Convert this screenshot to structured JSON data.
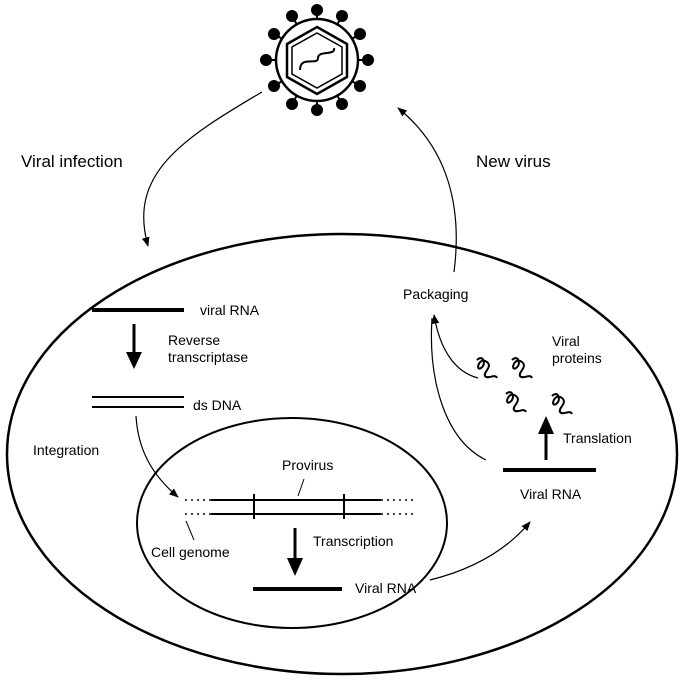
{
  "labels": {
    "viral_infection": "Viral infection",
    "new_virus": "New virus",
    "viral_rna_top": "viral RNA",
    "reverse_transcriptase_1": "Reverse",
    "reverse_transcriptase_2": "transcriptase",
    "ds_dna": "ds DNA",
    "integration": "Integration",
    "provirus": "Provirus",
    "cell_genome": "Cell genome",
    "transcription": "Transcription",
    "viral_rna_nucleus": "Viral RNA",
    "viral_rna_right": "Viral RNA",
    "translation": "Translation",
    "viral_proteins_1": "Viral",
    "viral_proteins_2": "proteins",
    "packaging": "Packaging"
  },
  "colors": {
    "stroke": "#000000",
    "background": "#ffffff"
  }
}
